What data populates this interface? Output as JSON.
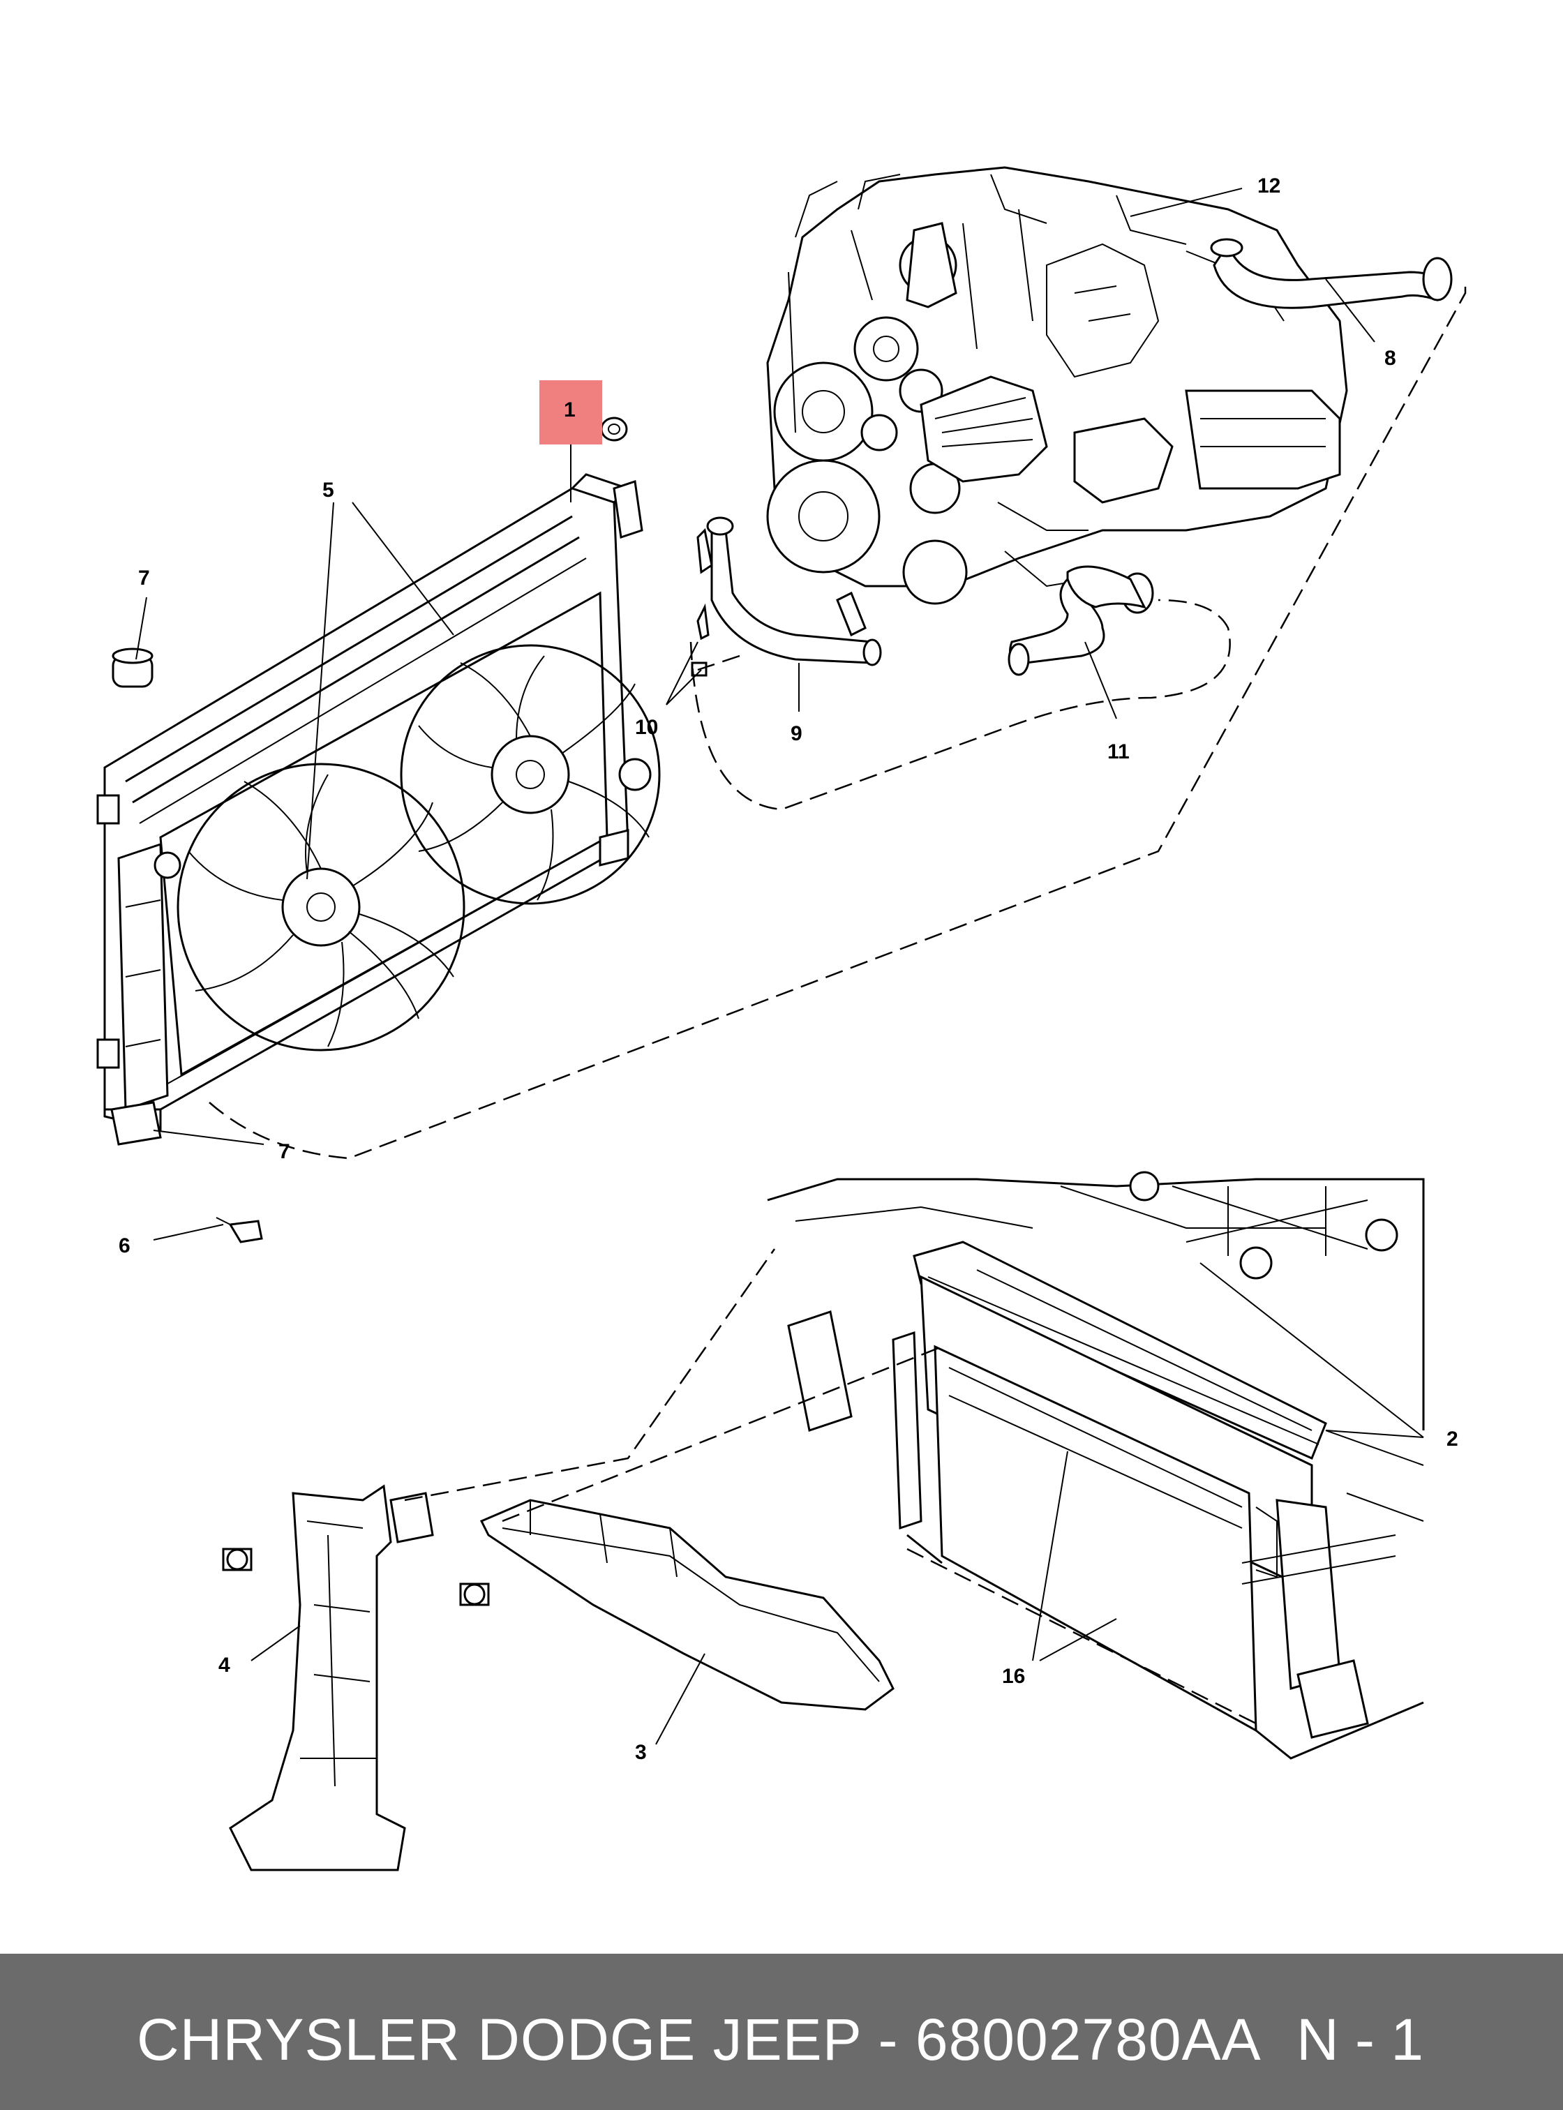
{
  "callouts": {
    "c1": "1",
    "c2": "2",
    "c3": "3",
    "c4": "4",
    "c5": "5",
    "c6": "6",
    "c7a": "7",
    "c7b": "7",
    "c8": "8",
    "c9": "9",
    "c10": "10",
    "c11": "11",
    "c12": "12",
    "c16": "16"
  },
  "highlight": {
    "part": "1",
    "color": "#f08080"
  },
  "footer": {
    "title": "CHRYSLER DODGE JEEP - 68002780AA",
    "ref": "N - 1",
    "background": "#6b6b6b",
    "text_color": "#ffffff"
  }
}
